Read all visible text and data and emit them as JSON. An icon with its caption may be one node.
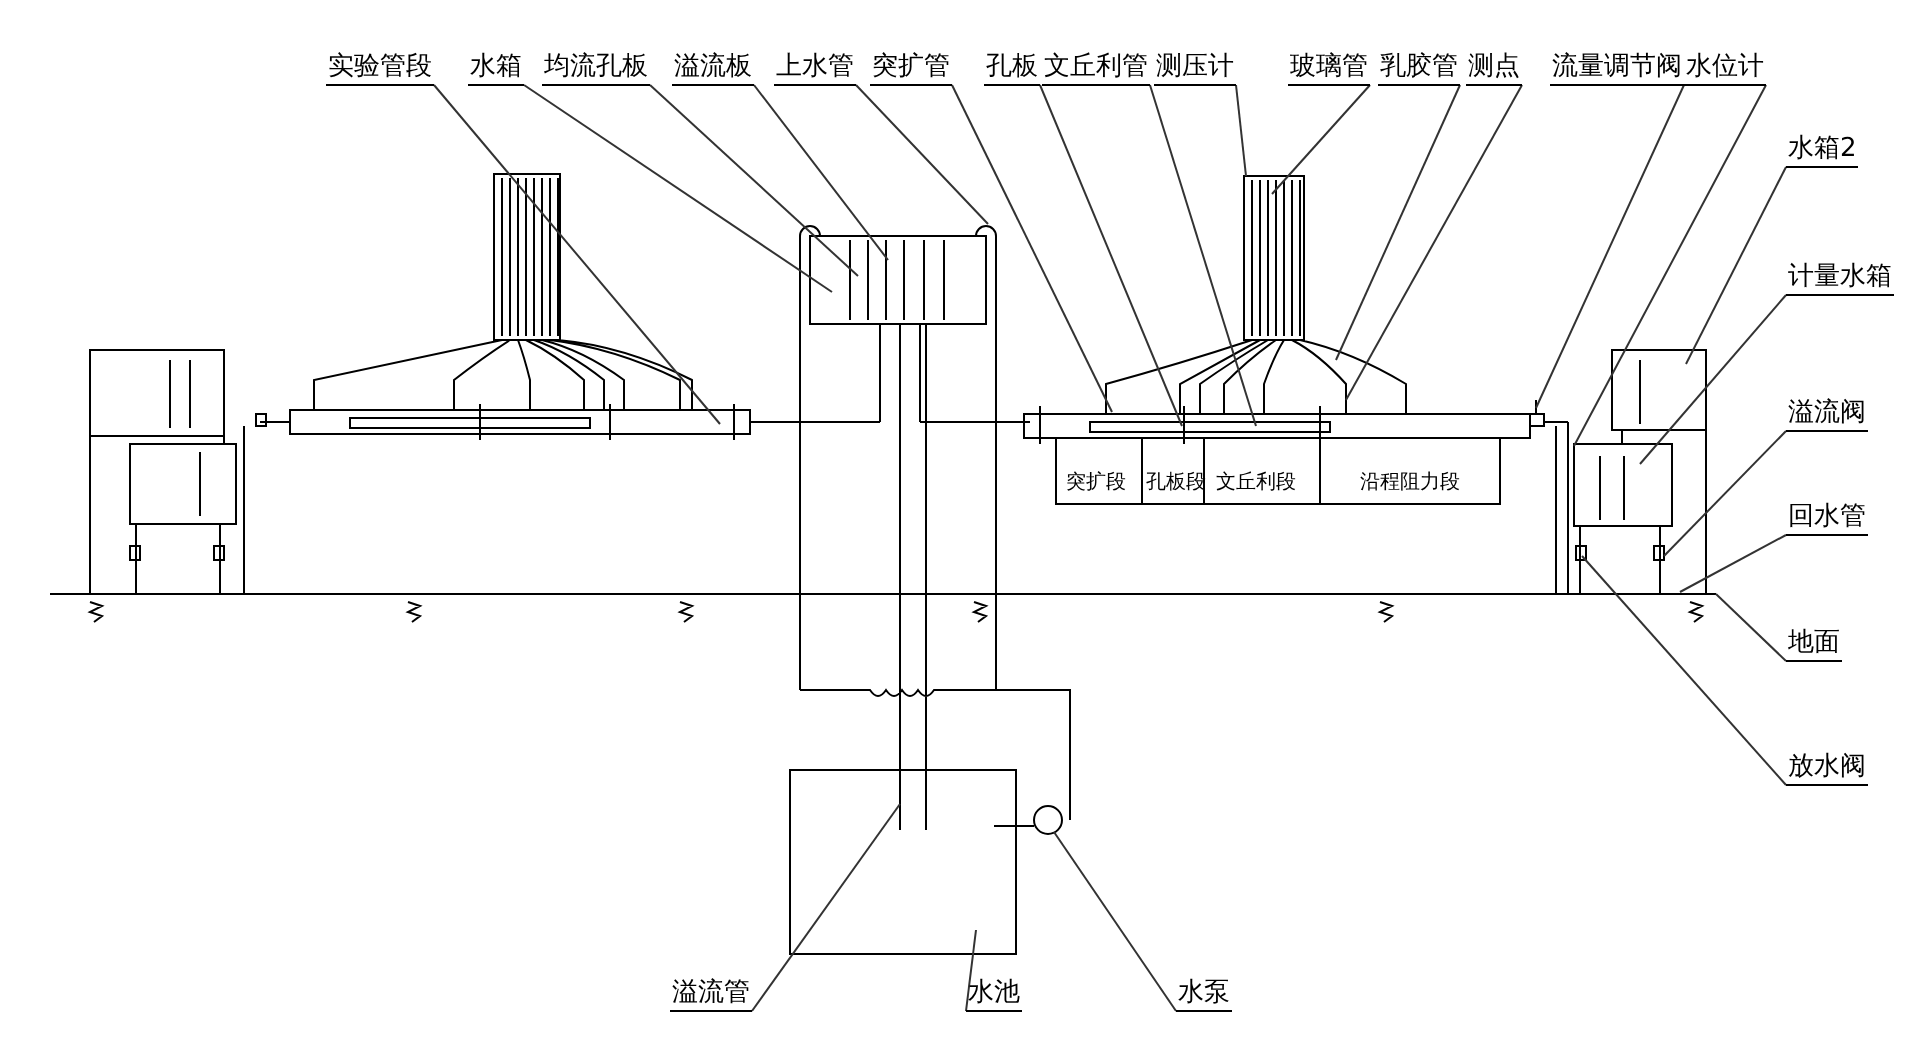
{
  "diagram": {
    "nodes": [
      {
        "text": [
          "实验管段"
        ]
      },
      {
        "text": [
          "水箱"
        ]
      },
      {
        "text": [
          "均流孔板"
        ]
      },
      {
        "text": [
          "溢流板"
        ]
      },
      {
        "text": [
          "上水管"
        ]
      },
      {
        "text": [
          "突扩管"
        ]
      },
      {
        "text": [
          "孔板"
        ]
      },
      {
        "text": [
          "文丘利管"
        ]
      },
      {
        "text": [
          "测压计"
        ]
      },
      {
        "text": [
          "玻璃管"
        ]
      },
      {
        "text": [
          "乳胶管"
        ]
      },
      {
        "text": [
          "测点"
        ]
      },
      {
        "text": [
          "流量调节阀"
        ]
      },
      {
        "text": [
          "水位计"
        ]
      },
      {
        "text": [
          "水箱2"
        ]
      },
      {
        "text": [
          "计量水箱"
        ]
      },
      {
        "text": [
          "溢流阀"
        ]
      },
      {
        "text": [
          "回水管"
        ]
      },
      {
        "text": [
          "地面"
        ]
      },
      {
        "text": [
          "放水阀"
        ]
      },
      {
        "text": [
          "溢流管"
        ]
      },
      {
        "text": [
          "水池"
        ]
      },
      {
        "text": [
          "水泵"
        ]
      }
    ],
    "edges": [
      {
        "from": 0,
        "to": null,
        "arrow": "none"
      },
      {
        "from": 1,
        "to": null,
        "arrow": "none"
      },
      {
        "from": 2,
        "to": null,
        "arrow": "none"
      },
      {
        "from": 3,
        "to": null,
        "arrow": "none"
      },
      {
        "from": 4,
        "to": null,
        "arrow": "none"
      },
      {
        "from": 5,
        "to": null,
        "arrow": "none"
      },
      {
        "from": 6,
        "to": null,
        "arrow": "none"
      },
      {
        "from": 7,
        "to": null,
        "arrow": "none"
      },
      {
        "from": 8,
        "to": null,
        "arrow": "none"
      },
      {
        "from": 9,
        "to": null,
        "arrow": "none"
      },
      {
        "from": 10,
        "to": null,
        "arrow": "none"
      },
      {
        "from": 11,
        "to": null,
        "arrow": "none"
      },
      {
        "from": 12,
        "to": null,
        "arrow": "none"
      },
      {
        "from": 13,
        "to": null,
        "arrow": "none"
      },
      {
        "from": 14,
        "to": null,
        "arrow": "none"
      },
      {
        "from": 15,
        "to": null,
        "arrow": "none"
      },
      {
        "from": 16,
        "to": null,
        "arrow": "none"
      },
      {
        "from": 17,
        "to": null,
        "arrow": "none"
      },
      {
        "from": 18,
        "to": null,
        "arrow": "none"
      },
      {
        "from": 19,
        "to": null,
        "arrow": "none"
      },
      {
        "from": 20,
        "to": null,
        "arrow": "none"
      },
      {
        "from": 21,
        "to": null,
        "arrow": "none"
      },
      {
        "from": 22,
        "to": null,
        "arrow": "none"
      }
    ],
    "labels": [
      "突扩段",
      "孔板段",
      "文丘利段",
      "沿程阻力段"
    ]
  }
}
